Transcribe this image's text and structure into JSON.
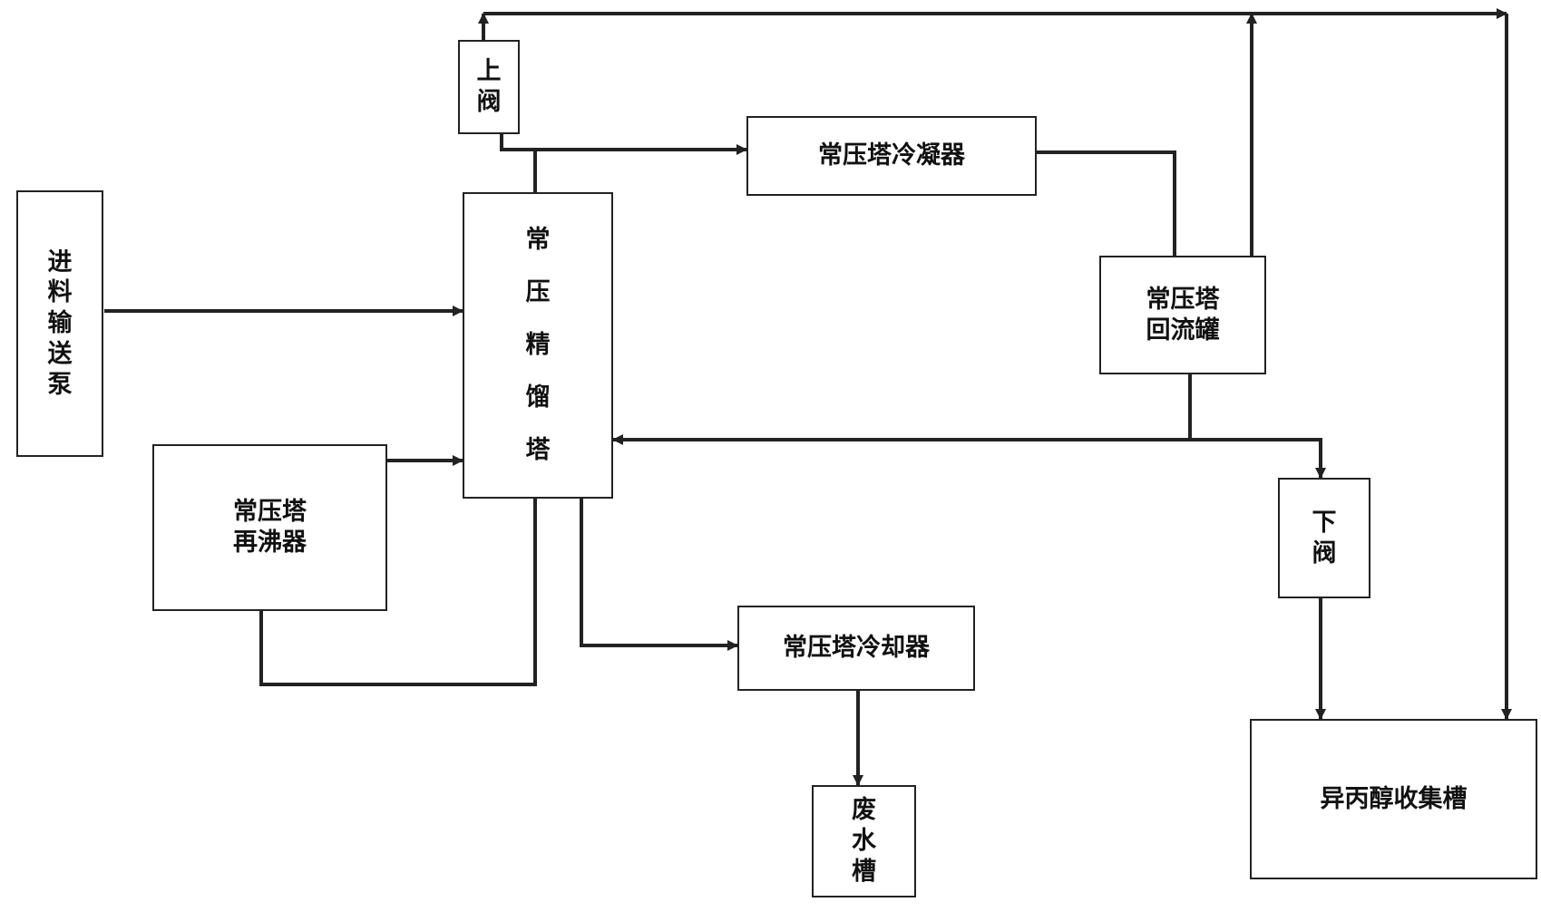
{
  "nodes": {
    "feed_pump": "进料输送泵",
    "upper_valve": "上阀",
    "column": "常压精馏塔",
    "condenser": "常压塔冷凝器",
    "reflux_tank": "常压塔\n回流罐",
    "reboiler": "常压塔\n再沸器",
    "lower_valve": "下阀",
    "cooler": "常压塔冷却器",
    "wastewater_tank": "废水槽",
    "ipa_tank": "异丙醇收集槽"
  }
}
